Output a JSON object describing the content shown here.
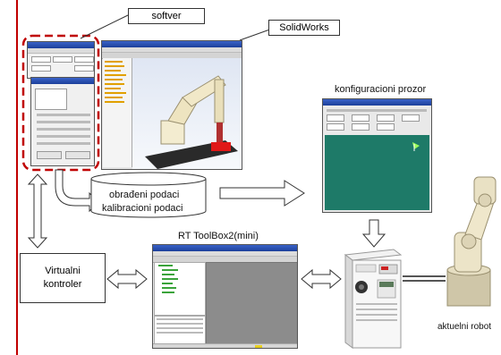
{
  "labels": {
    "softver": "softver",
    "solidworks": "SolidWorks",
    "konfiguracioni": "konfiguracioni prozor",
    "obradjeni": "obrađeni podaci",
    "kalibracioni": "kalibracioni podaci",
    "rt_toolbox": "RT ToolBox2(mini)",
    "virtualni": "Virtualni",
    "kontroler": "kontroler",
    "aktuelni_robot": "aktuelni robot"
  },
  "colors": {
    "accent_red": "#c00000",
    "config_teal": "#1e7a68",
    "window_title": "#2a52b8"
  }
}
